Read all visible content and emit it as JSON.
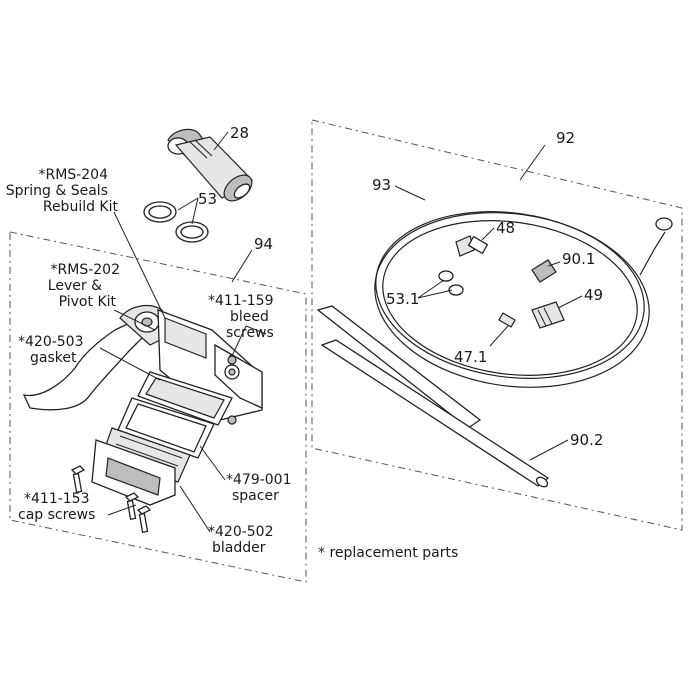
{
  "parts": {
    "p28": "28",
    "p53": "53",
    "p92": "92",
    "p93": "93",
    "p94": "94",
    "p48": "48",
    "p90_1": "90.1",
    "p53_1": "53.1",
    "p49": "49",
    "p47_1": "47.1",
    "p90_2": "90.2"
  },
  "callouts": {
    "rms204": [
      "*RMS-204",
      "Spring & Seals",
      "Rebuild Kit"
    ],
    "rms202": [
      "*RMS-202",
      "Lever &",
      "Pivot Kit"
    ],
    "b411_159": [
      "*411-159",
      "bleed",
      "screws"
    ],
    "g420_503": [
      "*420-503",
      "gasket"
    ],
    "s479_001": [
      "*479-001",
      "spacer"
    ],
    "c411_153": [
      "*411-153",
      "cap screws"
    ],
    "b420_502": [
      "*420-502",
      "bladder"
    ]
  },
  "footnote": "* replacement parts"
}
